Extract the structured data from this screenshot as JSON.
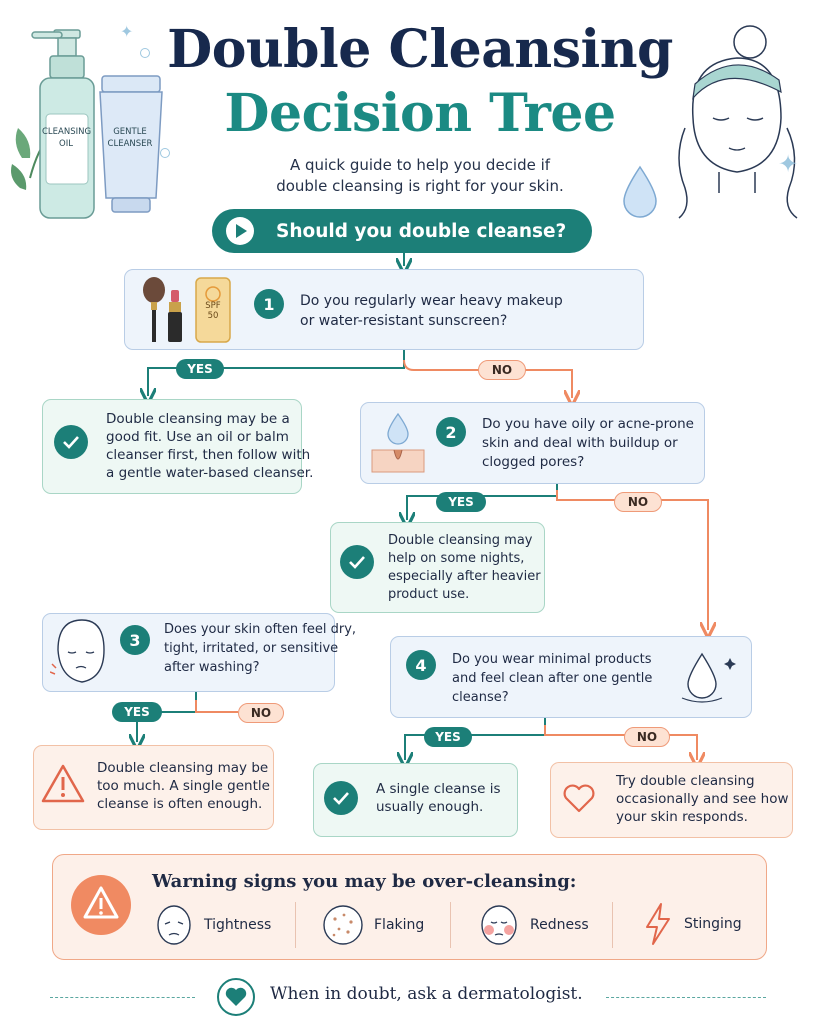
{
  "header": {
    "title_line1": "Double Cleansing",
    "title_line2": "Decision Tree",
    "subtitle_line1": "A quick guide to help you decide if",
    "subtitle_line2": "double cleansing is right for your skin.",
    "bottle_label_1": "CLEANSING",
    "bottle_label_2": "OIL",
    "tube_label_1": "GENTLE",
    "tube_label_2": "CLEANSER"
  },
  "start": {
    "label": "Should you double cleanse?"
  },
  "q1": {
    "num": "1",
    "line1": "Do you regularly wear heavy makeup",
    "line2": "or water-resistant sunscreen?",
    "spf_line1": "SPF",
    "spf_line2": "50"
  },
  "branches": {
    "yes": "YES",
    "no": "NO"
  },
  "r1": {
    "line1": "Double cleansing may be a",
    "line2": "good fit. Use an oil or balm",
    "line3": "cleanser first, then follow with",
    "line4": "a gentle water-based cleanser."
  },
  "q2": {
    "num": "2",
    "line1": "Do you have oily or acne-prone",
    "line2": "skin and deal with buildup or",
    "line3": "clogged pores?"
  },
  "r2": {
    "line1": "Double cleansing may",
    "line2": "help on some nights,",
    "line3": "especially after heavier",
    "line4": "product use."
  },
  "q3": {
    "num": "3",
    "line1": "Does your skin often feel dry,",
    "line2": "tight, irritated, or sensitive",
    "line3": "after washing?"
  },
  "r3": {
    "line1": "Double cleansing may be",
    "line2": "too much. A single gentle",
    "line3": "cleanse is often enough."
  },
  "q4": {
    "num": "4",
    "line1": "Do you wear minimal products",
    "line2": "and feel clean after one gentle",
    "line3": "cleanse?"
  },
  "r4yes": {
    "line1": "A single cleanse is",
    "line2": "usually enough."
  },
  "r4no": {
    "line1": "Try double cleansing",
    "line2": "occasionally and see how",
    "line3": "your skin responds."
  },
  "warnings": {
    "title": "Warning signs you may be over-cleansing:",
    "items": [
      "Tightness",
      "Flaking",
      "Redness",
      "Stinging"
    ]
  },
  "footer": {
    "text": "When in doubt, ask a dermatologist."
  },
  "colors": {
    "teal": "#1c7f78",
    "navy": "#17294d",
    "coral": "#ef8a62",
    "question_bg": "#eef4fb",
    "result_bg": "#eef8f4",
    "warning_bg": "#fdf1ea"
  }
}
